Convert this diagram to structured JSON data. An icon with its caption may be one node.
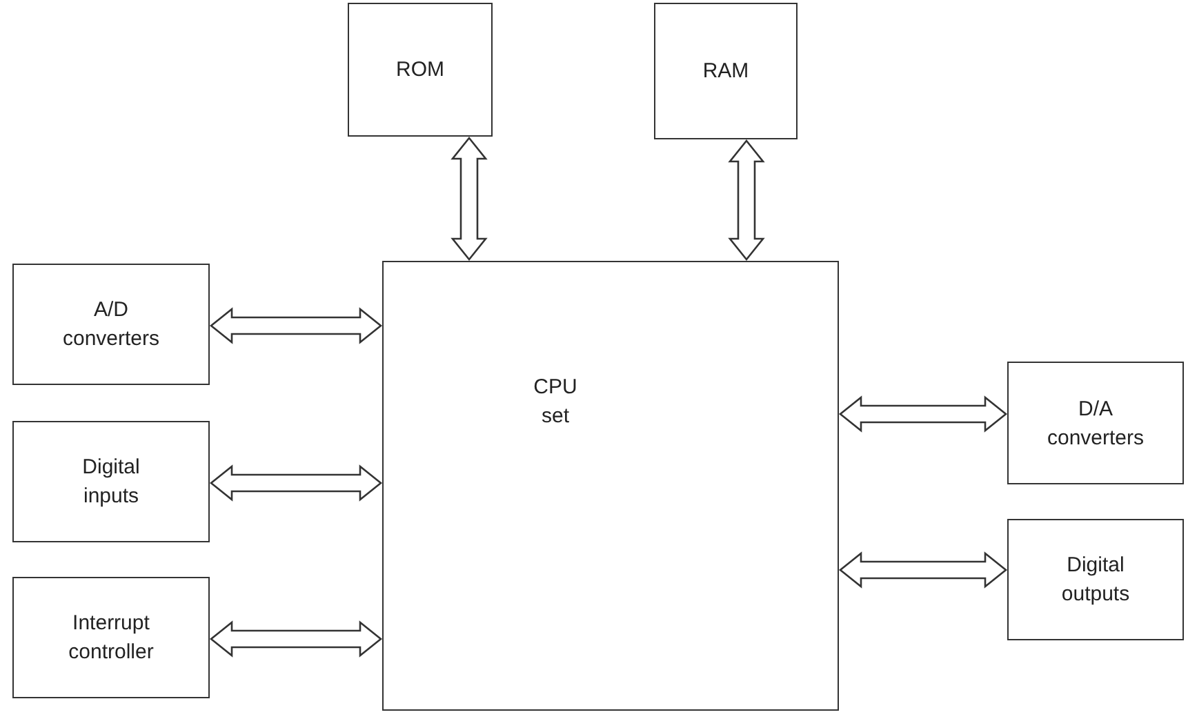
{
  "diagram": {
    "nodes": [
      {
        "text": [
          "ROM"
        ]
      },
      {
        "text": [
          "RAM"
        ]
      },
      {
        "text": [
          "A/D converters"
        ]
      },
      {
        "text": [
          "Digital inputs"
        ]
      },
      {
        "text": [
          "Interrupt controller"
        ]
      },
      {
        "text": [
          "CPU set"
        ]
      },
      {
        "text": [
          "D/A converters"
        ]
      },
      {
        "text": [
          "Digital outputs"
        ]
      }
    ],
    "edges": [
      {
        "from": 0,
        "to": 5,
        "arrow": "both"
      },
      {
        "from": 1,
        "to": 5,
        "arrow": "both"
      },
      {
        "from": 2,
        "to": 5,
        "arrow": "both"
      },
      {
        "from": 3,
        "to": 5,
        "arrow": "both"
      },
      {
        "from": 4,
        "to": 5,
        "arrow": "both"
      },
      {
        "from": 5,
        "to": 6,
        "arrow": "both"
      },
      {
        "from": 5,
        "to": 7,
        "arrow": "both"
      }
    ]
  }
}
